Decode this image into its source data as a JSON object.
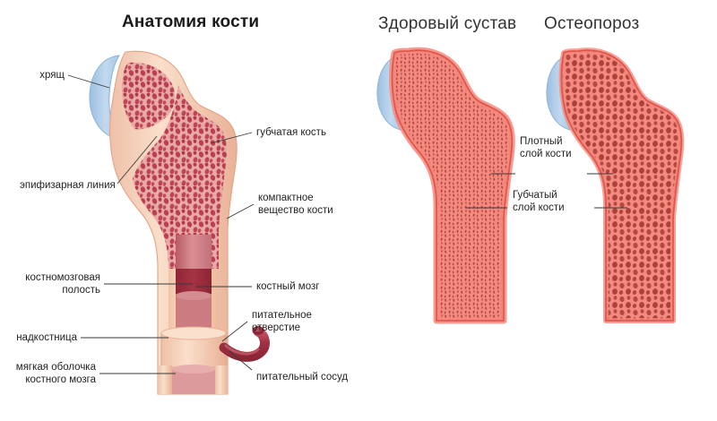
{
  "panels": {
    "left": {
      "title": "Анатомия кости"
    },
    "right": {
      "healthy_title": "Здоровый сустав",
      "osteo_title": "Остеопороз"
    }
  },
  "left_labels": [
    {
      "name": "cartilage",
      "text": "хрящ"
    },
    {
      "name": "epiphyseal-line",
      "text": "эпифизарная линия"
    },
    {
      "name": "spongy-bone",
      "text": "губчатая кость"
    },
    {
      "name": "compact-bone",
      "text": "компактное\nвещество кости"
    },
    {
      "name": "marrow-cavity",
      "text": "костномозговая\nполость"
    },
    {
      "name": "bone-marrow",
      "text": "костный мозг"
    },
    {
      "name": "periosteum",
      "text": "надкостница"
    },
    {
      "name": "nutrient-foramen",
      "text": "питательное\nотверстие"
    },
    {
      "name": "endosteum",
      "text": "мягкая оболочка\nкостного мозга"
    },
    {
      "name": "nutrient-vessel",
      "text": "питательный сосуд"
    }
  ],
  "right_labels": [
    {
      "name": "dense-bone-layer",
      "text": "Плотный\nслой кости"
    },
    {
      "name": "spongy-bone-layer",
      "text": "Губчатый\nслой кости"
    }
  ],
  "colors": {
    "cartilage": "#b3cfe8",
    "cartilage_edge": "#8fb4d8",
    "cortical": "#f9d7c0",
    "cortical_edge": "#eab292",
    "trabecular_bg": "#e9a9a6",
    "trabecular_dot": "#b8404f",
    "marrow_dark": "#a33243",
    "marrow_mid": "#c96a72",
    "marrow_light": "#dd9a9c",
    "vessel": "#a83a4a",
    "healthy_bone": "#f4897f",
    "bone_outline": "#e05548",
    "pore": "#b5493f",
    "leader": "#3a3a3a",
    "title": "#1a1a1a"
  }
}
